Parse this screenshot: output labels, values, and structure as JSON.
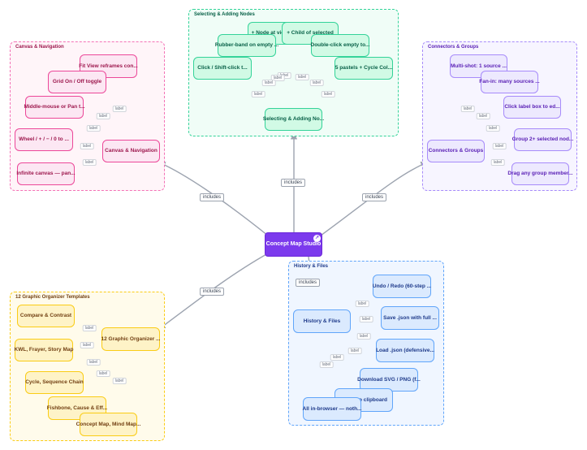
{
  "root": {
    "label": "Concept Map Studio",
    "badge": "↗"
  },
  "groups": {
    "canvas": {
      "title": "Canvas & Navigation"
    },
    "selecting": {
      "title": "Selecting & Adding Nodes"
    },
    "connectors": {
      "title": "Connectors & Groups"
    },
    "templates": {
      "title": "12 Graphic Organizer Templates"
    },
    "history": {
      "title": "History & Files"
    }
  },
  "hubs": {
    "canvas": "Canvas & Navigation",
    "selecting": "Selecting & Adding No...",
    "connectors": "Connectors & Groups",
    "templates": "12 Graphic Organizer ...",
    "history": "History & Files"
  },
  "nodes": {
    "canvas": [
      "Fit View reframes con...",
      "Grid On / Off toggle",
      "Middle-mouse or Pan t...",
      "Wheel / + / − / 0 to ...",
      "Infinite canvas — pan..."
    ],
    "selecting": [
      "+ Node at vie...",
      "+ Child of selected",
      "Rubber-band on empty ...",
      "Double-click empty to...",
      "Click / Shift-click t...",
      "5 pastels + Cycle Col..."
    ],
    "connectors": [
      "Multi-shot: 1 source ...",
      "Fan-in: many sources ...",
      "Click label box to ed...",
      "Group 2+ selected nod...",
      "Drag any group member..."
    ],
    "templates": [
      "Compare & Contrast",
      "KWL, Frayer, Story Map",
      "Cycle, Sequence Chain",
      "Fishbone, Cause & Eff...",
      "Concept Map, Mind Map..."
    ],
    "history": [
      "Undo / Redo (60-step ...",
      "Save .json with full ...",
      "Load .json (defensive...",
      "Download SVG / PNG (f...",
      "to clipboard",
      "All in-browser — noth..."
    ]
  },
  "edge_labels": {
    "includes": "includes",
    "label": "label"
  }
}
